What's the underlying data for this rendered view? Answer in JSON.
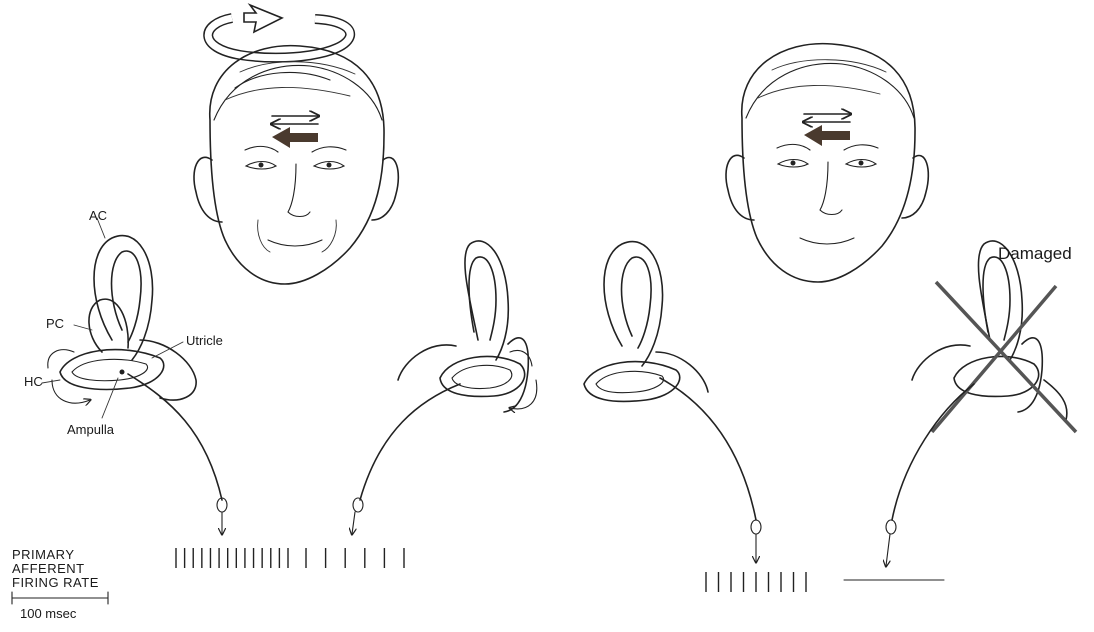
{
  "labels": {
    "ac": "AC",
    "pc": "PC",
    "hc": "HC",
    "utricle": "Utricle",
    "ampulla": "Ampulla",
    "damaged": "Damaged",
    "rate_line1": "PRIMARY",
    "rate_line2": "AFFERENT",
    "rate_line3": "FIRING RATE",
    "scale": "100 msec"
  },
  "spike_trains": {
    "normal_left_ear": 14,
    "normal_right_ear": 6,
    "damaged_left_ear": 9,
    "damaged_right_ear": 0
  },
  "colors": {
    "ink": "#222222",
    "arrow_fill": "#4a3a2e",
    "cross": "#555555"
  }
}
